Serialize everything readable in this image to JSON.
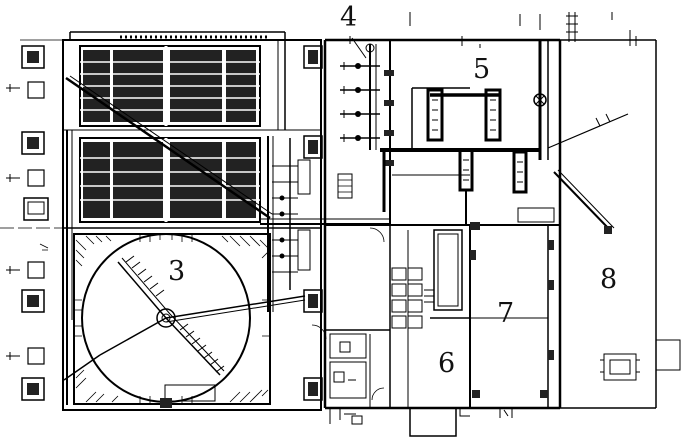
{
  "labels": {
    "room_3": "3",
    "room_4": "4",
    "room_5": "5",
    "room_6": "6",
    "room_7": "7",
    "room_8": "8"
  }
}
